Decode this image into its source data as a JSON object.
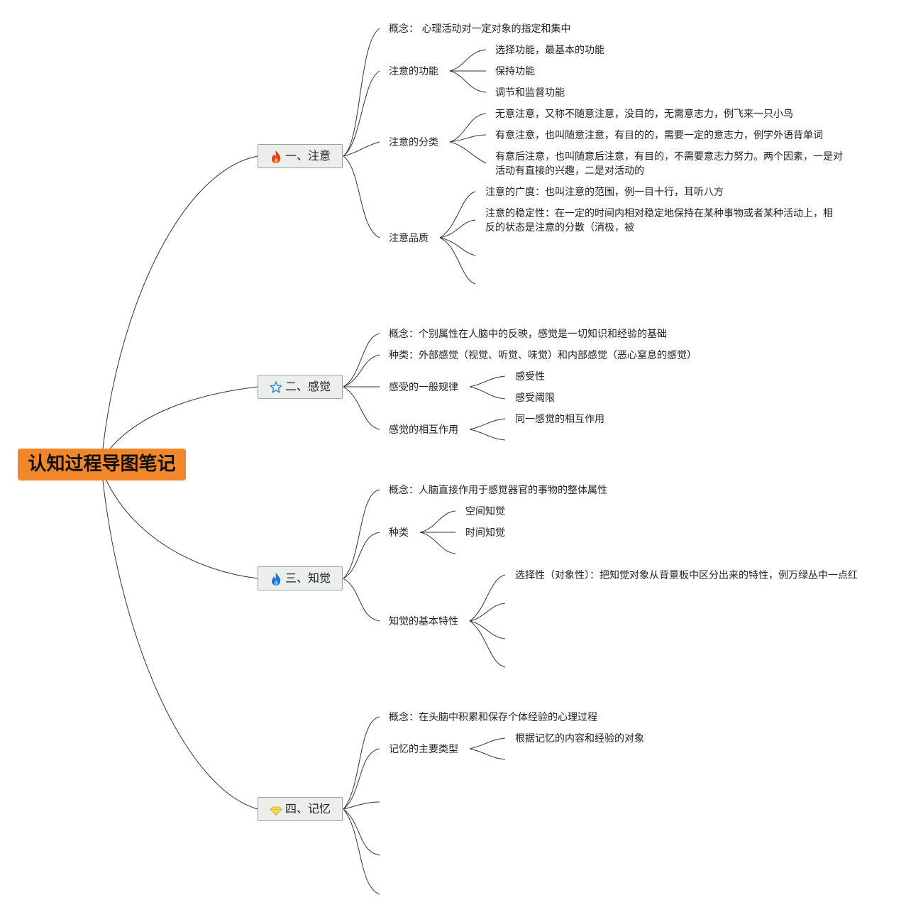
{
  "root": {
    "title": "认知过程导图笔记"
  },
  "branches": [
    {
      "label": "一、注意",
      "icon": "fire-red-icon",
      "items": {
        "concept": "概念： 心理活动对一定对象的指定和集中",
        "function": {
          "label": "注意的功能",
          "children": [
            "选择功能，最基本的功能",
            "保持功能",
            "调节和监督功能"
          ]
        },
        "types": {
          "label": "注意的分类",
          "children": [
            "无意注意，又称不随意注意，没目的，无需意志力，例飞来一只小鸟",
            "有意注意，也叫随意注意，有目的的，需要一定的意志力，例学外语背单词",
            "有意后注意，也叫随意后注意，有目的，不需要意志力努力。两个因素，一是对活动有直接的兴趣，二是对活动的"
          ]
        },
        "quality": {
          "label": "注意品质",
          "children": [
            "注意的广度：也叫注意的范围，例一目十行，耳听八方",
            "注意的稳定性：在一定的时间内相对稳定地保持在某种事物或者某种活动上，相反的状态是注意的分散（消极，被"
          ]
        }
      }
    },
    {
      "label": "二、感觉",
      "icon": "star-outline-icon",
      "items": {
        "concept": "概念：个别属性在人脑中的反映，感觉是一切知识和经验的基础",
        "kinds": "种类：外部感觉（视觉、听觉、味觉）和内部感觉（恶心窒息的感觉）",
        "law": {
          "label": "感受的一般规律",
          "children": [
            "感受性",
            "感受阈限"
          ]
        },
        "interaction": {
          "label": "感觉的相互作用",
          "children": [
            "同一感觉的相互作用"
          ]
        }
      }
    },
    {
      "label": "三、知觉",
      "icon": "fire-blue-icon",
      "items": {
        "concept": "概念：人脑直接作用于感觉器官的事物的整体属性",
        "kinds": {
          "label": "种类",
          "children": [
            "空间知觉",
            "时间知觉"
          ]
        },
        "traits": {
          "label": "知觉的基本特性",
          "children": [
            "选择性（对象性）：把知觉对象从背景板中区分出来的特性，例万绿丛中一点红"
          ]
        }
      }
    },
    {
      "label": "四、记忆",
      "icon": "diamond-yellow-icon",
      "items": {
        "concept": "概念：在头脑中积累和保存个体经验的心理过程",
        "types": {
          "label": "记忆的主要类型",
          "children": [
            "根据记忆的内容和经验的对象"
          ]
        }
      }
    }
  ],
  "colors": {
    "root_bg": "#f0872a",
    "branch_bg": "#eceeec",
    "line": "#333333"
  }
}
